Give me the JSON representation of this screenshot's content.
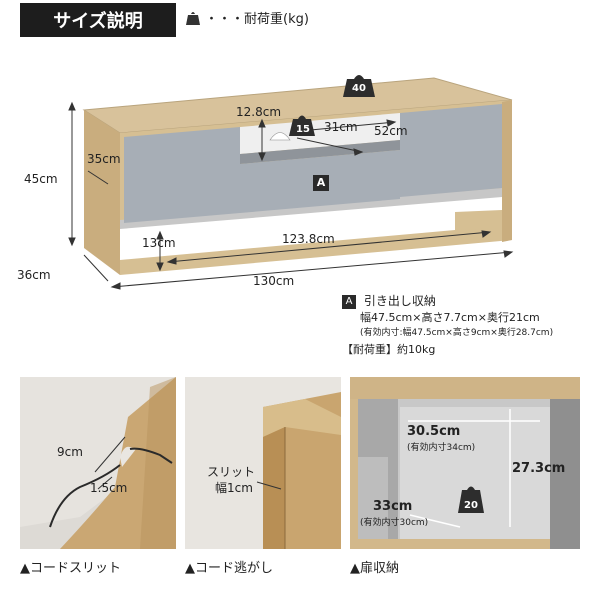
{
  "header": {
    "title": "サイズ説明",
    "legend_text": "・・・耐荷重(kg)"
  },
  "main_diagram": {
    "top_load": "40",
    "shelf_load": "15",
    "drawer_letter": "A",
    "dims": {
      "d12_8": "12.8cm",
      "d31": "31cm",
      "d52": "52cm",
      "d35": "35cm",
      "d45": "45cm",
      "d13": "13cm",
      "d123_8": "123.8cm",
      "d36": "36cm",
      "d130": "130cm"
    }
  },
  "drawer_info": {
    "letter": "A",
    "title": "引き出し収納",
    "size": "幅47.5cm×高さ7.7cm×奥行21cm",
    "effective": "(有効内寸:幅47.5cm×高さ9cm×奥行28.7cm)",
    "load_label": "【耐荷重】",
    "load_value": "約10kg"
  },
  "photos": {
    "cord_slit": {
      "caption": "▲コードスリット",
      "dim_9": "9cm",
      "dim_1_5": "1.5cm"
    },
    "cord_escape": {
      "caption": "▲コード逃がし",
      "label_line1": "スリット",
      "label_line2": "幅1cm"
    },
    "door_storage": {
      "caption": "▲扉収納",
      "width": "30.5cm",
      "width_eff": "(有効内寸34cm)",
      "height": "27.3cm",
      "depth": "33cm",
      "depth_eff": "(有効内寸30cm)",
      "load": "20"
    }
  }
}
